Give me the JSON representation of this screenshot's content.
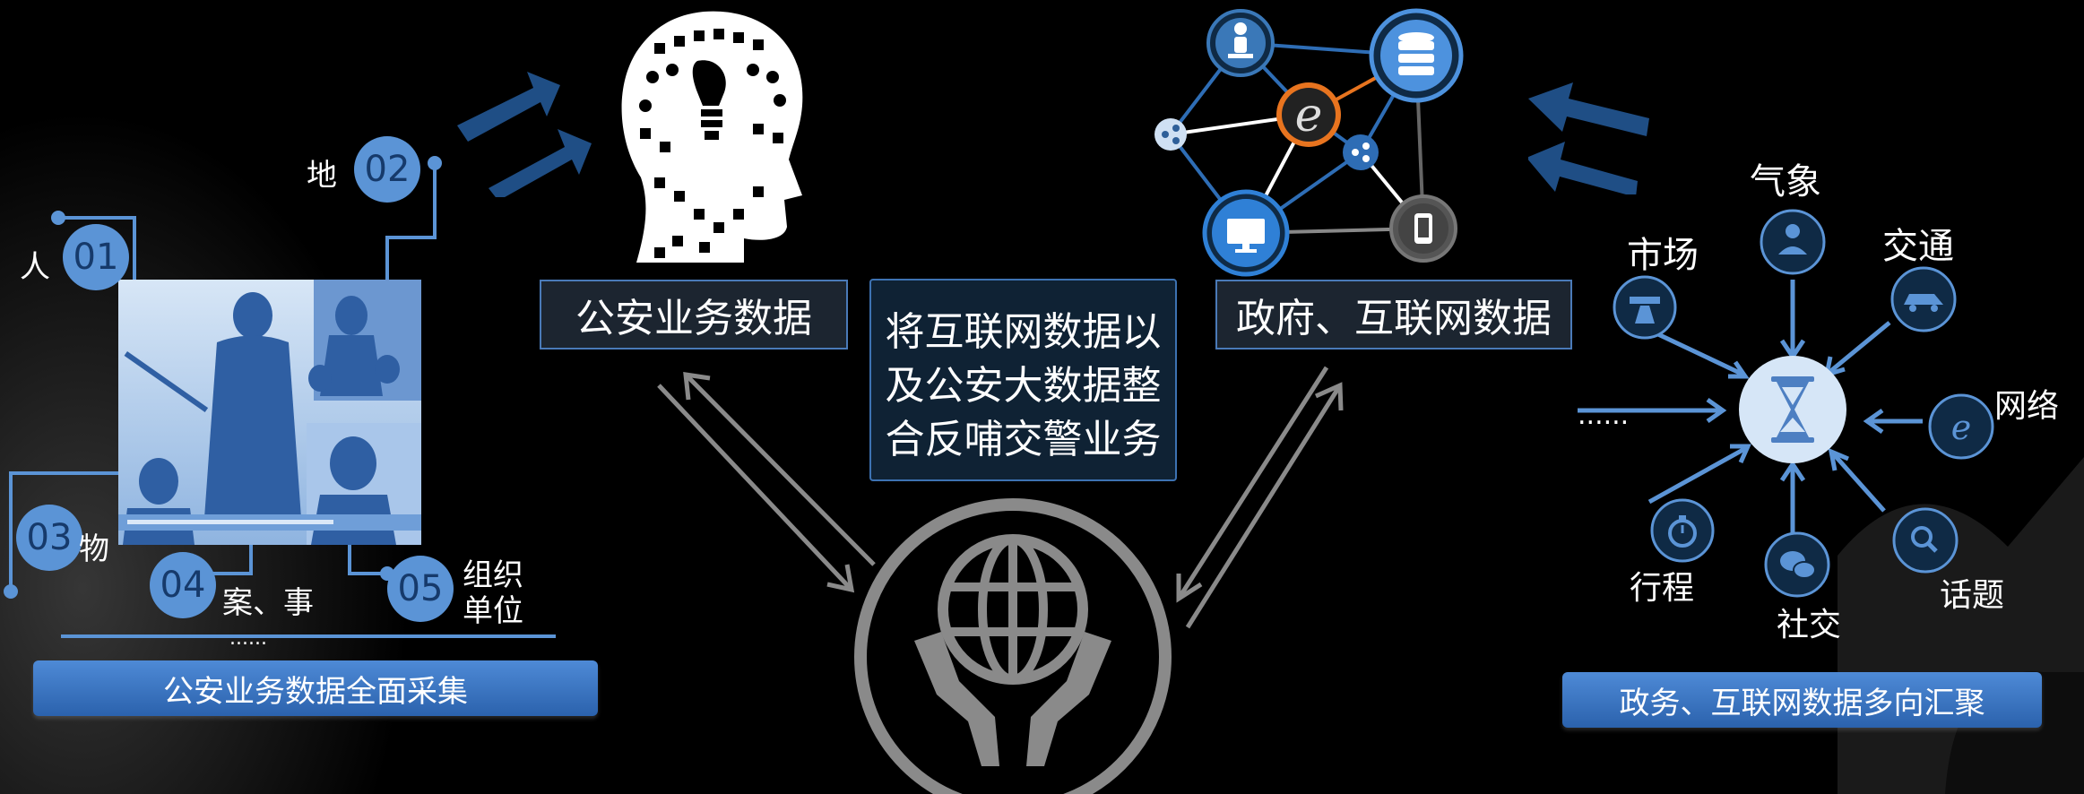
{
  "left": {
    "person_label": "人",
    "place_label": "地",
    "object_label": "物",
    "case_label": "案、事",
    "org_label": "组织\n单位",
    "num_01": "01",
    "num_02": "02",
    "num_03": "03",
    "num_04": "04",
    "num_05": "05",
    "ellipsis": "......",
    "caption": "公安业务数据全面采集"
  },
  "center": {
    "police_data_box": "公安业务数据",
    "integration_text": "将互联网数据以\n及公安大数据整\n合反哺交警业务",
    "gov_data_box": "政府、互联网数据"
  },
  "right": {
    "weather": "气象",
    "market": "市场",
    "traffic": "交通",
    "network": "网络",
    "more": "......",
    "trip": "行程",
    "social": "社交",
    "topic": "话题",
    "caption": "政务、互联网数据多向汇聚"
  },
  "colors": {
    "accent_blue": "#5b94d6",
    "dark_blue": "#1f4e85",
    "gray_line": "#8a8a8a"
  }
}
